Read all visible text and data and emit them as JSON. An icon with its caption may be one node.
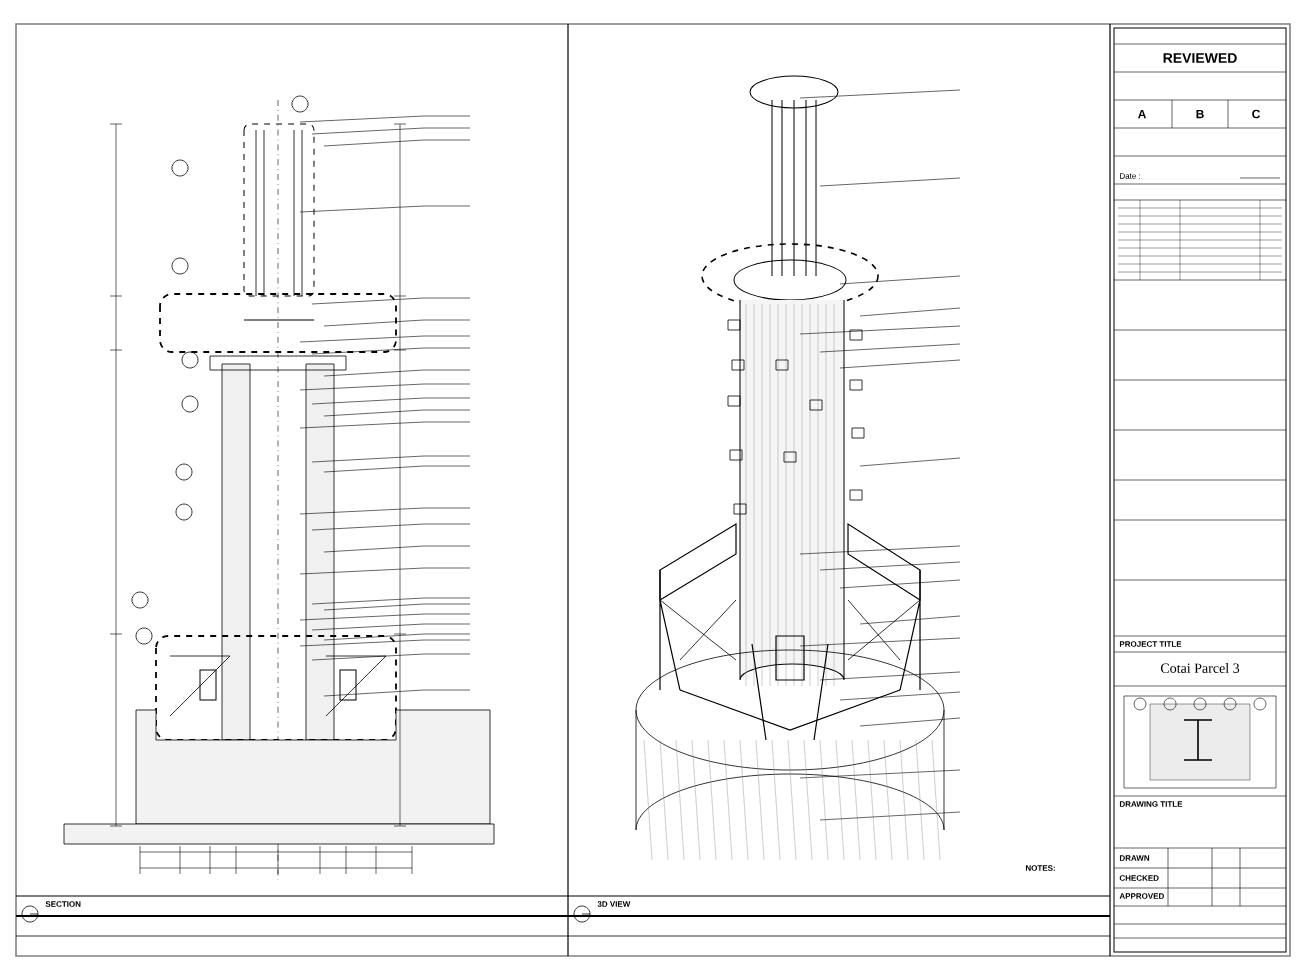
{
  "diagram": {
    "labels": [
      "SECTION",
      "3D VIEW",
      "NOTES:",
      "REVIEWED",
      "A",
      "B",
      "C",
      "Date :",
      "PROJECT TITLE",
      "Cotai Parcel 3",
      "DRAWING TITLE",
      "DRAWN",
      "CHECKED",
      "APPROVED"
    ]
  }
}
